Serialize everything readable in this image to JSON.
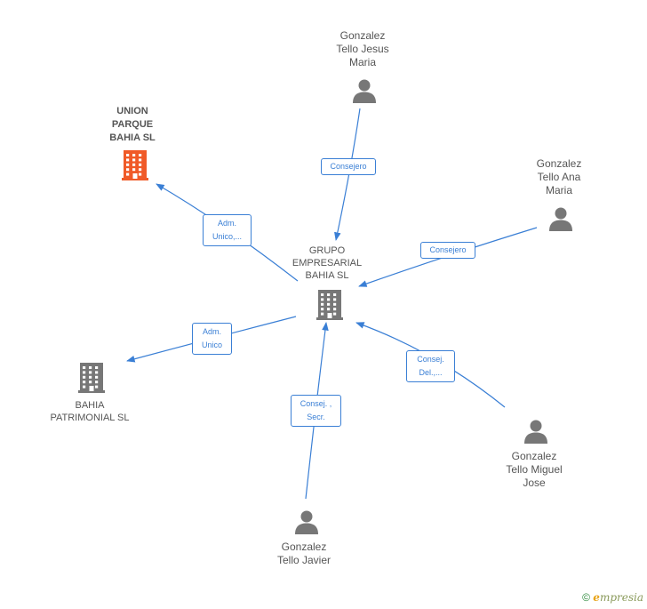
{
  "colors": {
    "edge": "#3a7fd5",
    "person": "#777777",
    "company": "#777777",
    "company_highlight": "#f05a28",
    "label_text": "#555555"
  },
  "nodes": {
    "grupo": {
      "kind": "company",
      "lines": [
        "GRUPO",
        "EMPRESARIAL",
        "BAHIA  SL"
      ]
    },
    "union": {
      "kind": "company-highlight",
      "lines": [
        "UNION",
        "PARQUE",
        "BAHIA SL"
      ]
    },
    "bahia": {
      "kind": "company",
      "lines": [
        "BAHIA",
        "PATRIMONIAL SL"
      ]
    },
    "jesus": {
      "kind": "person",
      "lines": [
        "Gonzalez",
        "Tello Jesus",
        "Maria"
      ]
    },
    "ana": {
      "kind": "person",
      "lines": [
        "Gonzalez",
        "Tello Ana",
        "Maria"
      ]
    },
    "miguel": {
      "kind": "person",
      "lines": [
        "Gonzalez",
        "Tello Miguel",
        "Jose"
      ]
    },
    "javier": {
      "kind": "person",
      "lines": [
        "Gonzalez",
        "Tello Javier"
      ]
    }
  },
  "edges": [
    {
      "from": "jesus",
      "to": "grupo",
      "label": [
        "Consejero"
      ]
    },
    {
      "from": "ana",
      "to": "grupo",
      "label": [
        "Consejero"
      ]
    },
    {
      "from": "grupo",
      "to": "union",
      "label": [
        "Adm.",
        "Unico,..."
      ]
    },
    {
      "from": "grupo",
      "to": "bahia",
      "label": [
        "Adm.",
        "Unico"
      ]
    },
    {
      "from": "javier",
      "to": "grupo",
      "label": [
        "Consej. ,",
        "Secr."
      ]
    },
    {
      "from": "miguel",
      "to": "grupo",
      "label": [
        "Consej.",
        "Del.,..."
      ]
    }
  ],
  "footer": {
    "copyright": "©",
    "brand_initial": "e",
    "brand_rest": "mpresia"
  }
}
